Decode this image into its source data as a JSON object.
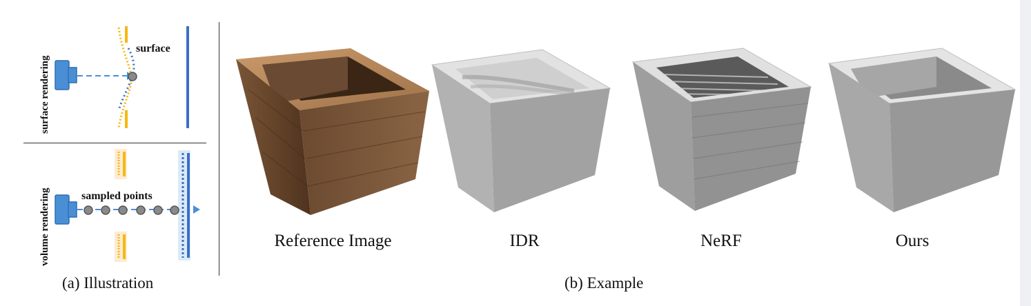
{
  "illustration": {
    "surface_rendering_label": "surface rendering",
    "surface_label": "surface",
    "volume_rendering_label": "volume rendering",
    "sampled_points_label": "sampled points",
    "caption": "(a) Illustration"
  },
  "example": {
    "caption": "(b) Example",
    "items": [
      {
        "label": "Reference Image"
      },
      {
        "label": "IDR"
      },
      {
        "label": "NeRF"
      },
      {
        "label": "Ours"
      }
    ]
  },
  "colors": {
    "camera_blue": "#4a8fd6",
    "surface_yellow": "#f6b810",
    "plane_blue": "#3b6fc4",
    "sample_gray": "#8a8a8a",
    "wood_dark": "#5a3a22",
    "wood_light": "#b07a4a"
  }
}
